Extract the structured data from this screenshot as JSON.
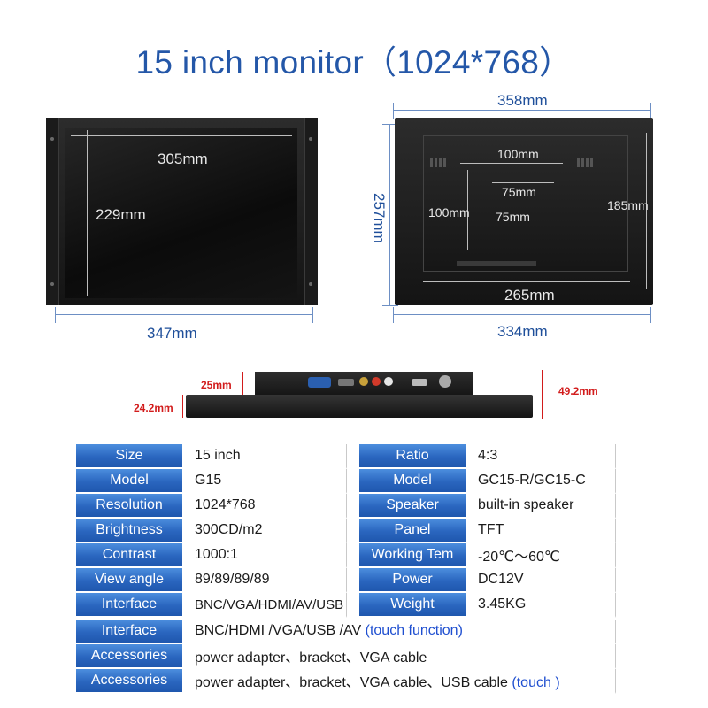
{
  "title": "15 inch monitor（1024*768）",
  "front_view": {
    "width_outer": "347mm",
    "screen_width": "305mm",
    "screen_height": "229mm"
  },
  "back_view": {
    "width_outer": "358mm",
    "height_outer": "257mm",
    "bottom_width": "334mm",
    "inner_width": "265mm",
    "inner_height": "185mm",
    "vesa_h_100": "100mm",
    "vesa_v_100": "100mm",
    "vesa_h_75": "75mm",
    "vesa_v_75": "75mm"
  },
  "side_view": {
    "depth_back": "25mm",
    "depth_front": "24.2mm",
    "depth_total": "49.2mm"
  },
  "specs_left": [
    {
      "label": "Size",
      "value": "15 inch"
    },
    {
      "label": "Model",
      "value": "G15"
    },
    {
      "label": "Resolution",
      "value": "1024*768"
    },
    {
      "label": "Brightness",
      "value": "300CD/m2"
    },
    {
      "label": "Contrast",
      "value": "1000:1"
    },
    {
      "label": "View angle",
      "value": "89/89/89/89"
    },
    {
      "label": "Interface",
      "value": "BNC/VGA/HDMI/AV/USB"
    }
  ],
  "specs_right": [
    {
      "label": "Ratio",
      "value": "4:3"
    },
    {
      "label": "Model",
      "value": "GC15-R/GC15-C"
    },
    {
      "label": "Speaker",
      "value": "built-in speaker"
    },
    {
      "label": "Panel",
      "value": "TFT"
    },
    {
      "label": "Working Tem",
      "value": "-20℃～60℃"
    },
    {
      "label": "Power",
      "value": "DC12V"
    },
    {
      "label": "Weight",
      "value": "3.45KG"
    }
  ],
  "specs_full": [
    {
      "label": "Interface",
      "value": "BNC/HDMI /VGA/USB /AV ",
      "note": "(touch function)"
    },
    {
      "label": "Accessories",
      "value": "power adapter、bracket、VGA cable",
      "note": ""
    },
    {
      "label": "Accessories",
      "value": "power adapter、bracket、VGA cable、USB cable ",
      "note": "(touch )"
    }
  ],
  "colors": {
    "title": "#2457a8",
    "label_bg": "#2a66bf",
    "highlight": "#1f4fd0",
    "red_dim": "#d21c1c"
  }
}
